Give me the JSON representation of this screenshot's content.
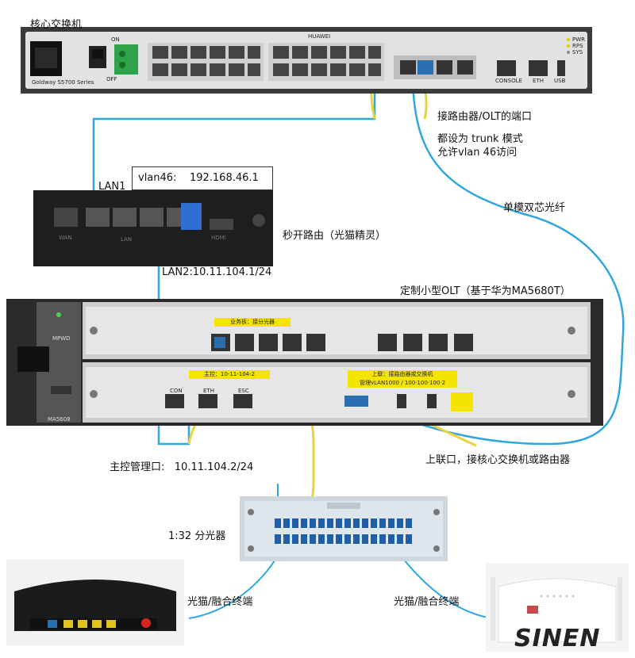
{
  "labels": {
    "core_switch": "核心交换机",
    "router_port_desc": "接路由器/OLT的端口",
    "trunk_line1": "都设为 trunk 模式",
    "trunk_line2": "允许vlan 46访问",
    "lan1": "LAN1",
    "vlan46": "vlan46:    192.168.46.1",
    "router": "秒开路由（光猫精灵）",
    "single_mode_fiber": "单模双芯光纤",
    "lan2": "LAN2:10.11.104.1/24",
    "olt_title": "定制小型OLT（基于华为MA5680T）",
    "mgmt_port": "主控管理口:   10.11.104.2/24",
    "uplink": "上联口，接核心交换机或路由器",
    "splitter": "1:32 分光器",
    "ont_left": "光猫/融合终端",
    "ont_right": "光猫/融合终端"
  },
  "device_text": {
    "switch_brand": "HUAWEI",
    "switch_model": "Goldway S5700 Series",
    "switch_on": "ON",
    "switch_off": "OFF",
    "switch_console": "CONSOLE",
    "switch_eth": "ETH",
    "switch_usb": "USB",
    "switch_pwr": "PWR",
    "switch_rps": "RPS",
    "switch_sys": "SYS",
    "router_wan": "WAN",
    "router_lan": "LAN",
    "router_hdmi": "HDMI",
    "olt_psu": "MPWD",
    "olt_card_label": "业务板：接分光器",
    "olt_ctrl_label": "主控：10-11-104-2",
    "olt_uplink_label_1": "上联：接路由器或交换机",
    "olt_uplink_label_2": "管理vLAN1000 / 100·100·100·2",
    "olt_con": "CON",
    "olt_eth": "ETH",
    "olt_esc": "ESC",
    "olt_model": "MA5608",
    "watermark": "SINEN"
  },
  "colors": {
    "blue_cable": "#2ea6e0",
    "yellow_fiber": "#e8d43a",
    "sticker": "#f5e400"
  }
}
